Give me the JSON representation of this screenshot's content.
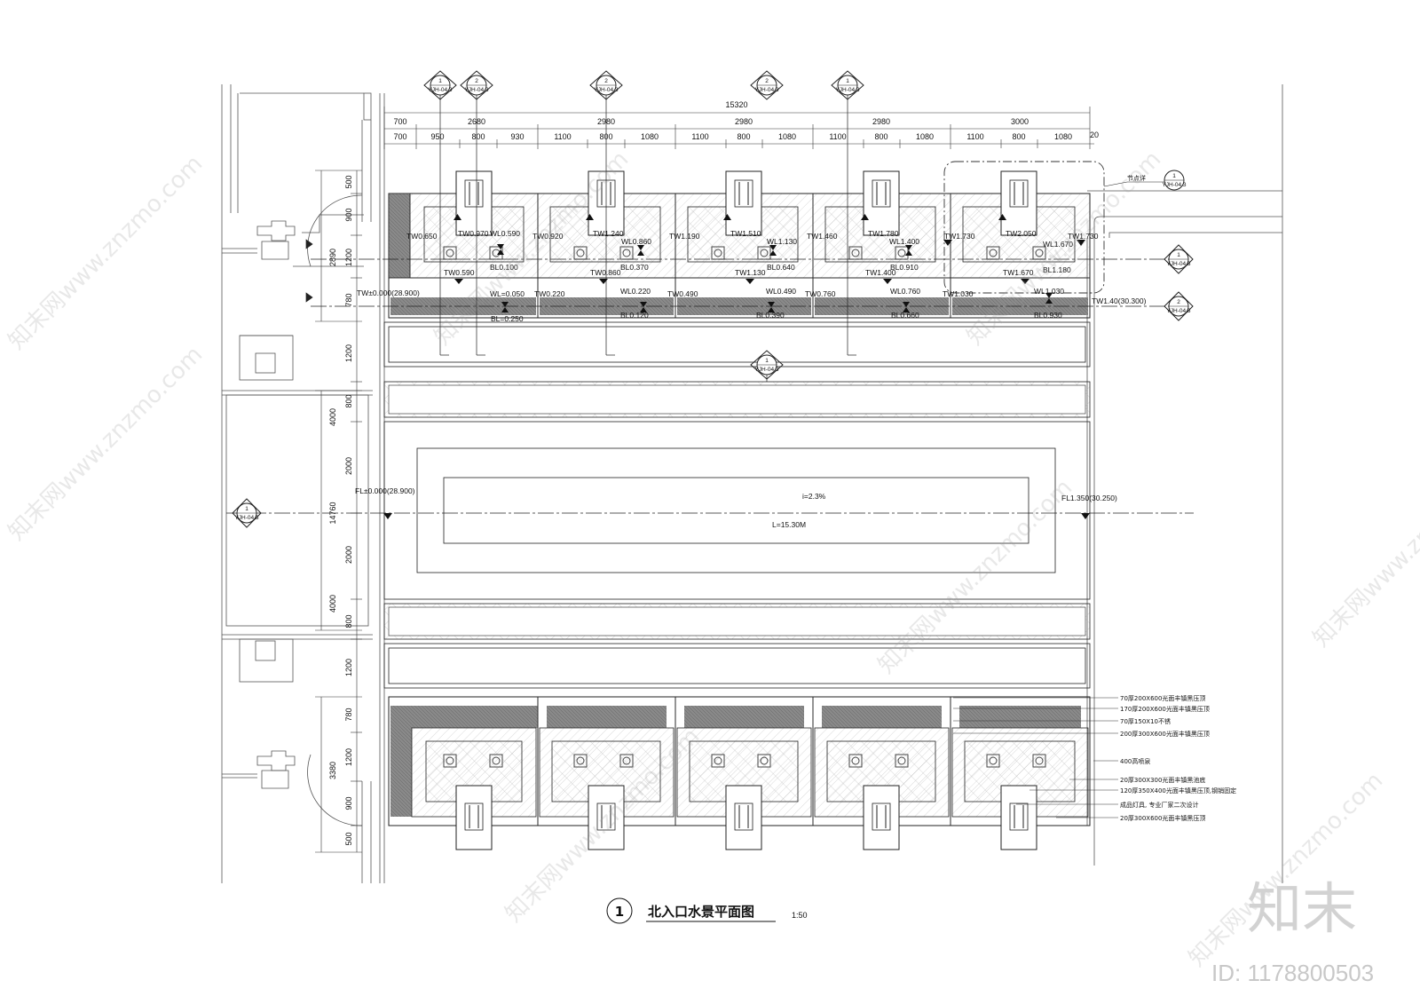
{
  "drawing": {
    "number": "1",
    "title": "北入口水景平面图",
    "scale": "1:50"
  },
  "watermark": {
    "text": "知末网www.znzmo.com",
    "logo": "知末",
    "id_text": "ID: 1178800503"
  },
  "dimensions": {
    "overall_width": "15320",
    "top_row_1": [
      "700",
      "2680",
      "2980",
      "2980",
      "2980",
      "3000"
    ],
    "top_row_2": [
      "700",
      "950",
      "800",
      "930",
      "1100",
      "800",
      "1080",
      "1100",
      "800",
      "1080",
      "1100",
      "800",
      "1080",
      "1100",
      "800",
      "1080",
      "20"
    ],
    "left_outer": [
      "2890",
      "14760",
      "3380"
    ],
    "left_inner": [
      "500",
      "900",
      "1200",
      "780",
      "1200",
      "800",
      "4000",
      "2000",
      "2000",
      "4000",
      "800",
      "1200",
      "780",
      "1200",
      "900",
      "500"
    ]
  },
  "levels": {
    "tw_top": [
      "TW0.650",
      "TW0.970",
      "TW0.920",
      "TW1.240",
      "TW1.190",
      "TW1.510",
      "TW1.460",
      "TW1.780",
      "TW1.730",
      "TW2.050",
      "TW1.730"
    ],
    "wl_top": [
      "WL0.590",
      "WL0.860",
      "WL1.130",
      "WL1.400",
      "WL1.670"
    ],
    "tw_inner": [
      "TW0.590",
      "TW0.860",
      "TW1.130",
      "TW1.400",
      "TW1.670"
    ],
    "bl_top": [
      "BL0.100",
      "BL0.370",
      "BL0.640",
      "BL0.910",
      "BL1.180"
    ],
    "tw_lower": [
      "TW0.220",
      "TW0.490",
      "TW0.760",
      "TW1.030"
    ],
    "wl_lower": [
      "WL=0.050",
      "WL0.220",
      "WL0.490",
      "WL0.760",
      "WL1.030"
    ],
    "bl_lower": [
      "BL=0.250",
      "BL0.120",
      "BL0.390",
      "BL0.660",
      "BL0.930"
    ],
    "tw_start": "TW±0.000(28.900)",
    "tw_end": "TW1.40(30.300)",
    "fl_start": "FL±0.000(28.900)",
    "fl_end": "FL1.350(30.250)",
    "slope": "i=2.3%",
    "length": "L=15.30M"
  },
  "callouts": {
    "section_bubbles": [
      {
        "num": "1",
        "sheet": "YJH-04.3"
      },
      {
        "num": "2",
        "sheet": "YJH-04.3"
      },
      {
        "num": "2",
        "sheet": "YJH-04.3"
      },
      {
        "num": "2",
        "sheet": "YJH-04.3"
      },
      {
        "num": "1",
        "sheet": "YJH-04.3"
      }
    ],
    "right_bubbles": [
      {
        "num": "1",
        "sheet": "YJH-04.3"
      },
      {
        "num": "2",
        "sheet": "YJH-04.3"
      }
    ],
    "center_bubble": {
      "num": "1",
      "sheet": "YJH-04.3"
    },
    "left_bubble": {
      "num": "1",
      "sheet": "YJH-04.3"
    },
    "detail_label": "节点详",
    "detail_bubble": {
      "num": "1",
      "sheet": "YJH-04.3"
    }
  },
  "material_notes": [
    "70厚200X600光面丰镇黑压顶",
    "170厚200X600光面丰镇黑压顶",
    "70厚150X10不锈",
    "200厚300X600光面丰镇黑压顶",
    "400高喷泉",
    "20厚300X300光面丰镇黑池底",
    "120厚350X400光面丰镇黑压顶,钢销固定",
    "成品灯具, 专业厂家二次设计",
    "20厚300X600光面丰镇黑压顶"
  ]
}
